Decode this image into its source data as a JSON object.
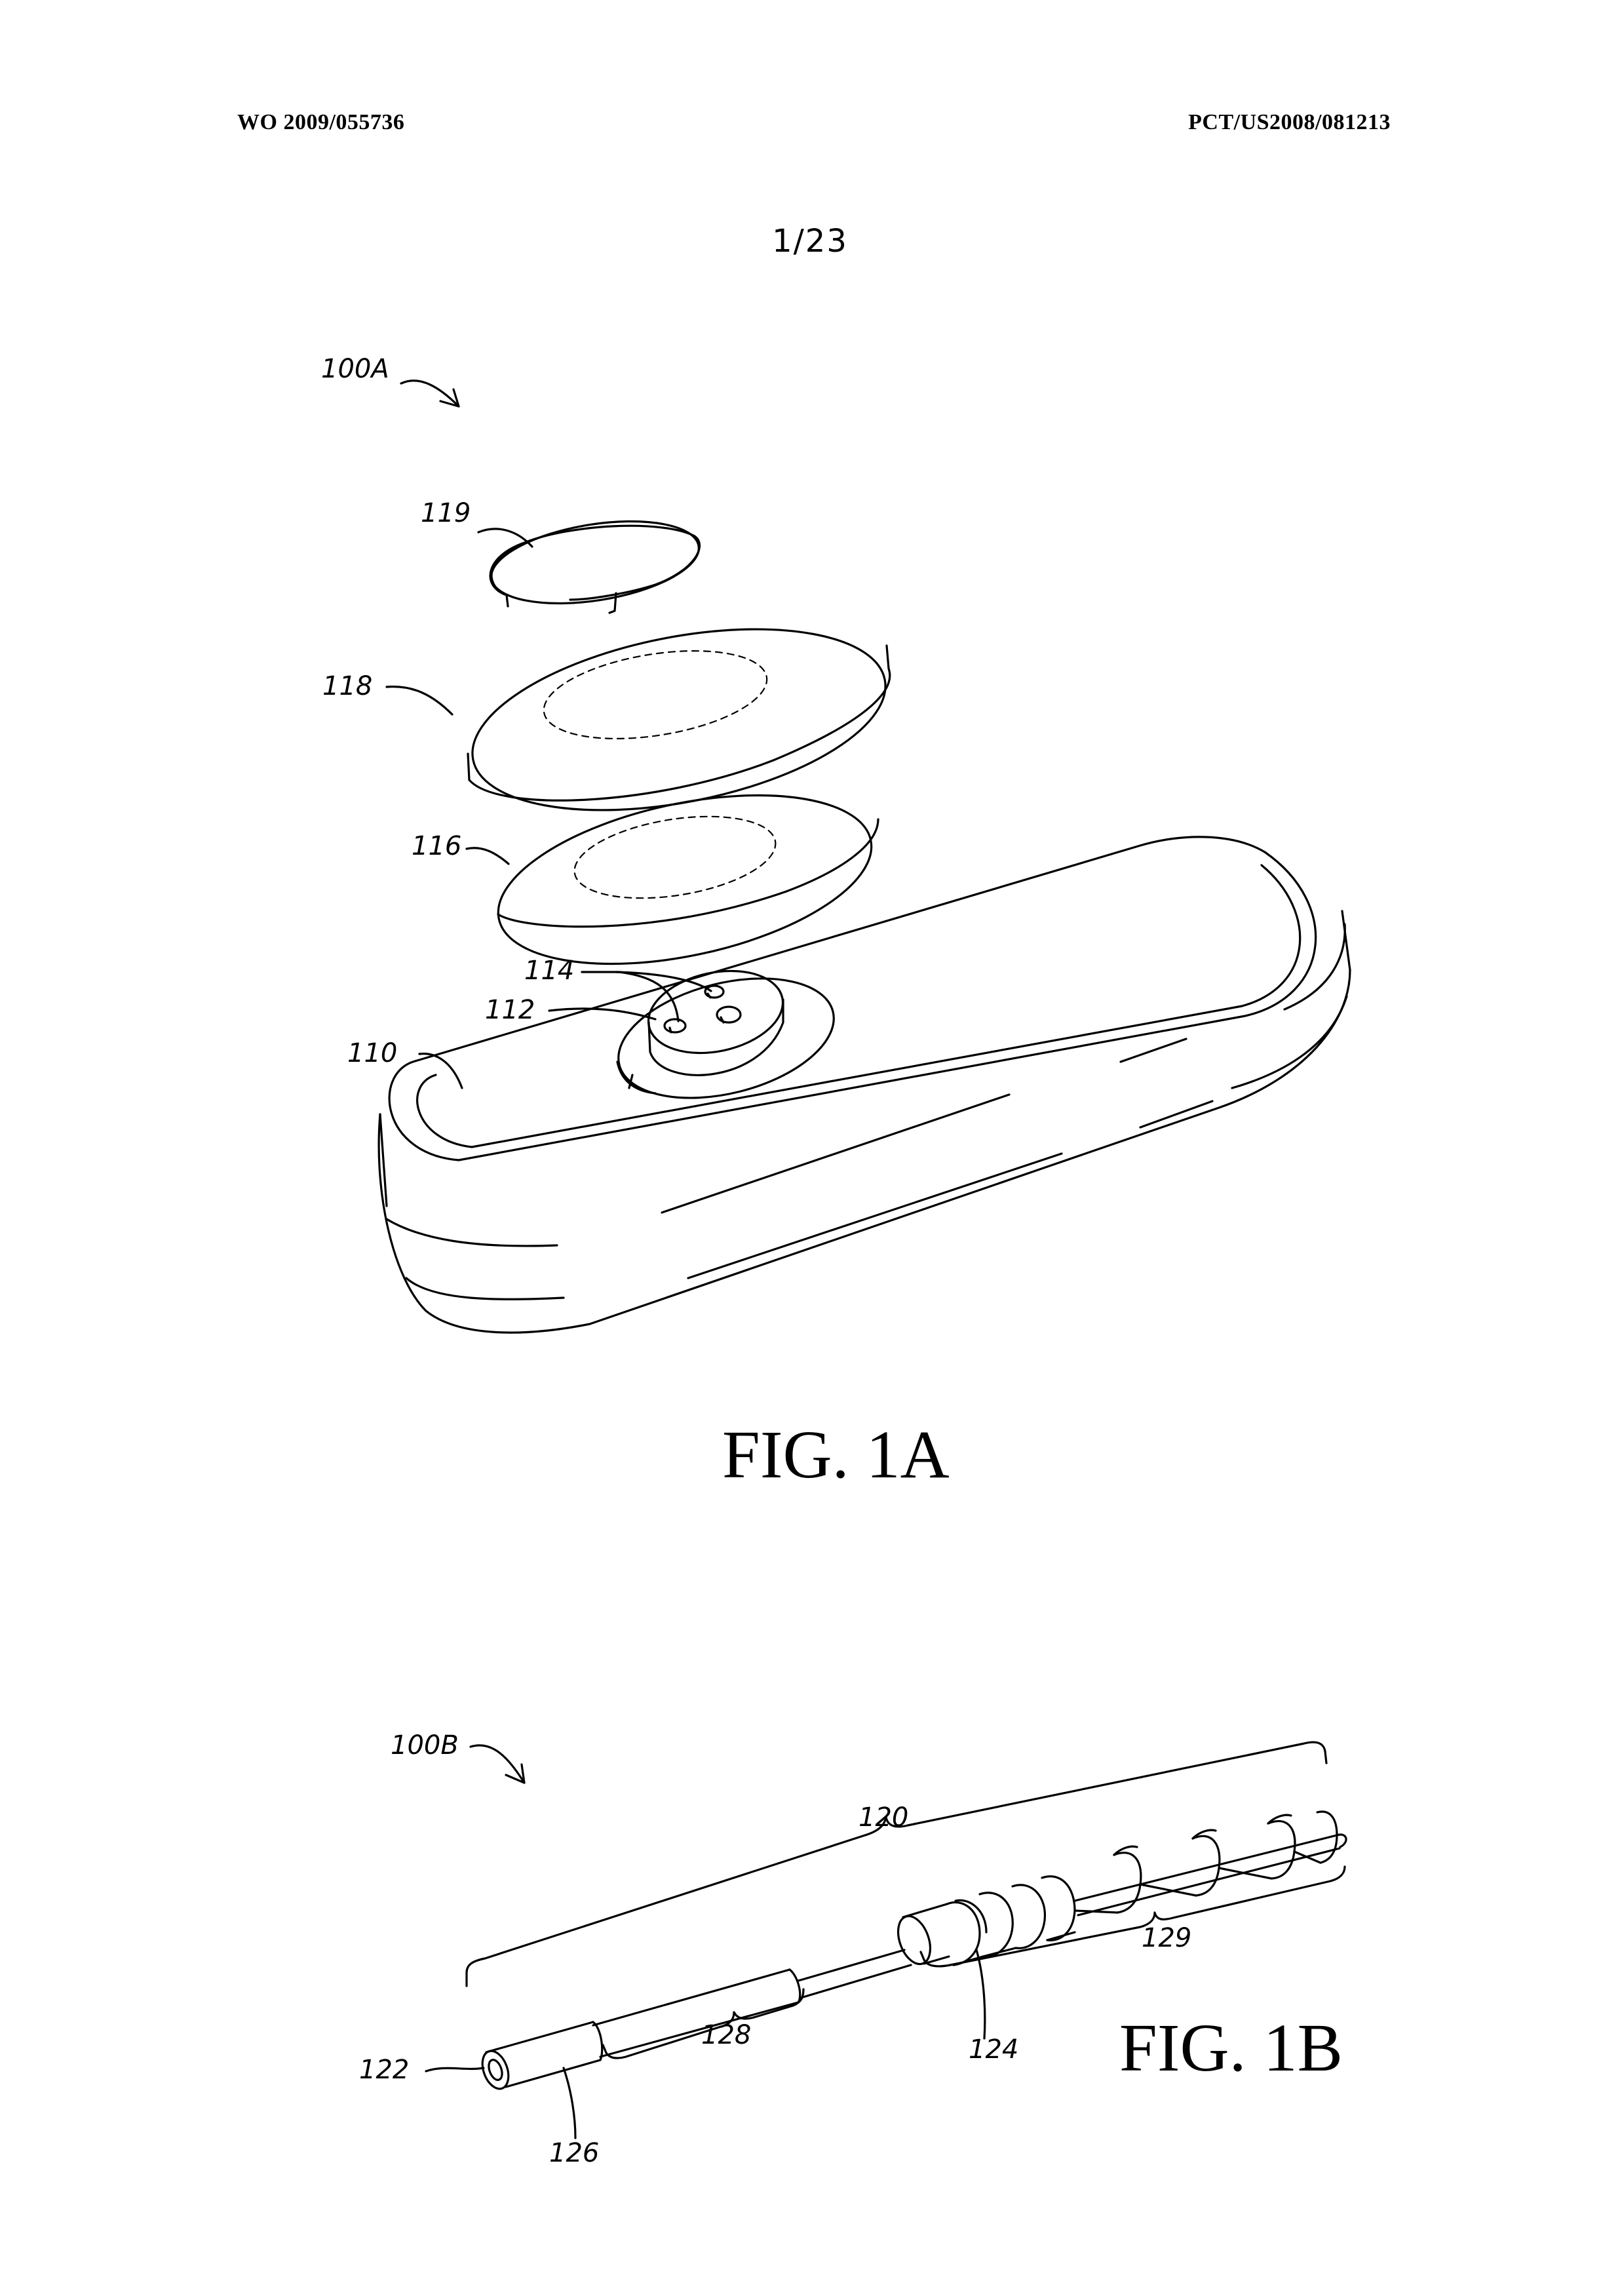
{
  "header": {
    "publication_number": "WO 2009/055736",
    "application_number": "PCT/US2008/081213"
  },
  "sheet_number": "1/23",
  "figures": {
    "fig_1a": {
      "label": "FIG. 1A",
      "assembly_ref": "100A",
      "refs": {
        "r119": "119",
        "r118": "118",
        "r116": "116",
        "r114": "114",
        "r112": "112",
        "r110": "110"
      }
    },
    "fig_1b": {
      "label": "FIG. 1B",
      "assembly_ref": "100B",
      "refs": {
        "r120": "120",
        "r129": "129",
        "r124": "124",
        "r128": "128",
        "r122": "122",
        "r126": "126"
      }
    }
  }
}
